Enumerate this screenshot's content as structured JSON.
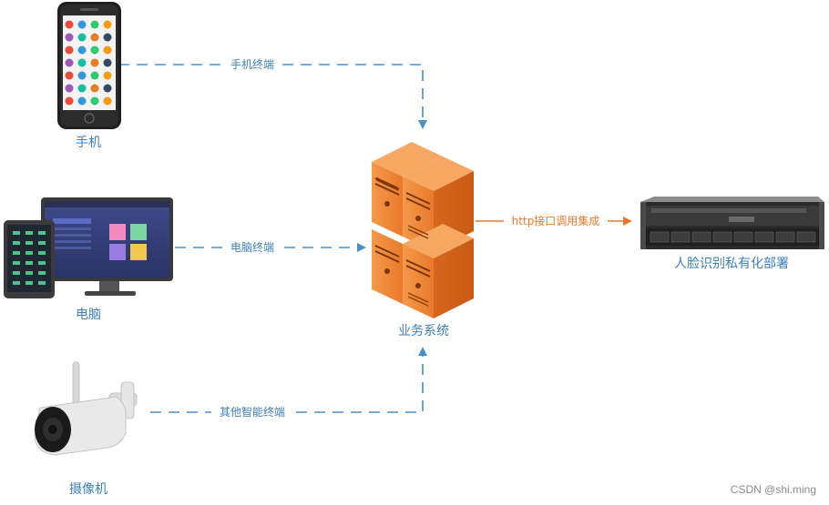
{
  "nodes": {
    "phone_label": "手机",
    "computer_label": "电脑",
    "camera_label": "摄像机",
    "business_system_label": "业务系统",
    "face_server_label": "人脸识别私有化部署"
  },
  "edges": {
    "phone_terminal": "手机终端",
    "computer_terminal": "电脑终端",
    "other_terminal": "其他智能终端",
    "http_integration": "http接口调用集成"
  },
  "watermark": "CSDN @shi.ming",
  "colors": {
    "dashed_line": "#4a90c8",
    "orange_line": "#e8782c",
    "label_blue": "#3d7fb8",
    "server_orange": "#ee8530"
  }
}
